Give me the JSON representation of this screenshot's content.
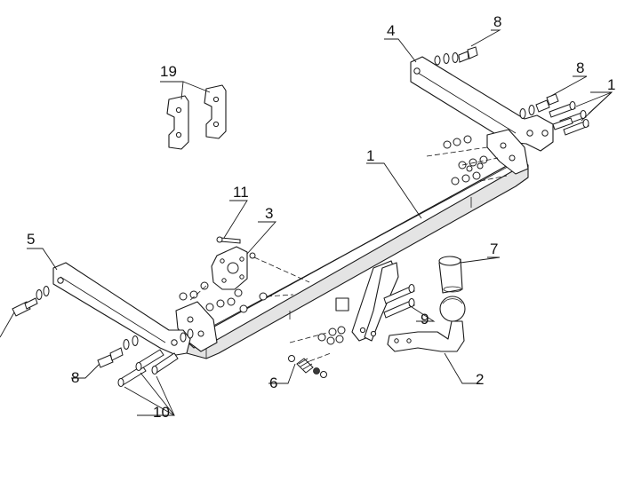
{
  "callouts": [
    {
      "id": "c1a",
      "text": "1"
    },
    {
      "id": "c1b",
      "text": "1"
    },
    {
      "id": "c2",
      "text": "2"
    },
    {
      "id": "c3",
      "text": "3"
    },
    {
      "id": "c4",
      "text": "4"
    },
    {
      "id": "c5",
      "text": "5"
    },
    {
      "id": "c6",
      "text": "6"
    },
    {
      "id": "c7",
      "text": "7"
    },
    {
      "id": "c8a",
      "text": "8"
    },
    {
      "id": "c8b",
      "text": "8"
    },
    {
      "id": "c8c",
      "text": "8"
    },
    {
      "id": "c9",
      "text": "9"
    },
    {
      "id": "c10",
      "text": "10"
    },
    {
      "id": "c11",
      "text": "11"
    },
    {
      "id": "c19",
      "text": "19"
    }
  ]
}
